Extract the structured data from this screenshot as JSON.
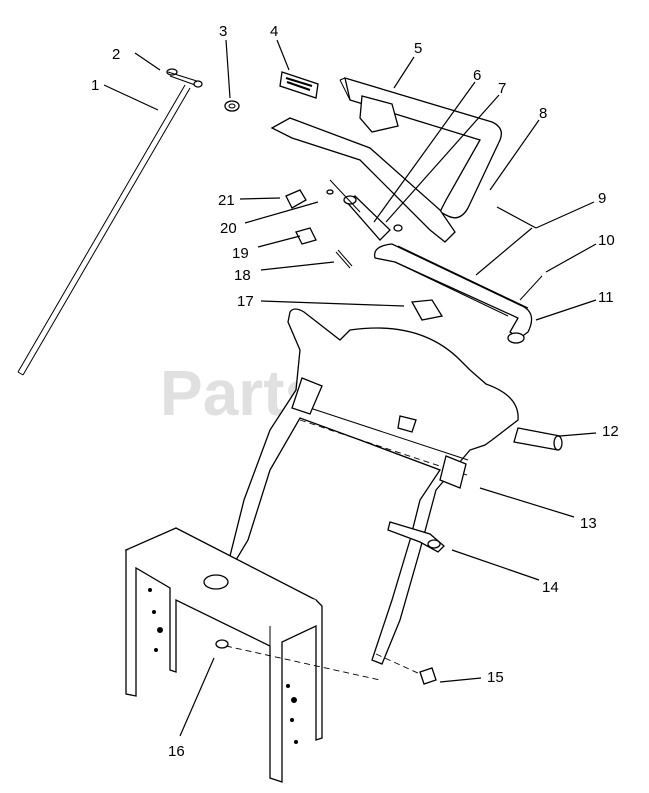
{
  "watermark": "PartsTree",
  "callouts": [
    {
      "id": "1",
      "label": "1"
    },
    {
      "id": "2",
      "label": "2"
    },
    {
      "id": "3",
      "label": "3"
    },
    {
      "id": "4",
      "label": "4"
    },
    {
      "id": "5",
      "label": "5"
    },
    {
      "id": "6",
      "label": "6"
    },
    {
      "id": "7",
      "label": "7"
    },
    {
      "id": "8",
      "label": "8"
    },
    {
      "id": "9",
      "label": "9"
    },
    {
      "id": "10",
      "label": "10"
    },
    {
      "id": "11",
      "label": "11"
    },
    {
      "id": "12",
      "label": "12"
    },
    {
      "id": "13",
      "label": "13"
    },
    {
      "id": "14",
      "label": "14"
    },
    {
      "id": "15",
      "label": "15"
    },
    {
      "id": "16",
      "label": "16"
    },
    {
      "id": "17",
      "label": "17"
    },
    {
      "id": "18",
      "label": "18"
    },
    {
      "id": "19",
      "label": "19"
    },
    {
      "id": "20",
      "label": "20"
    },
    {
      "id": "21",
      "label": "21"
    }
  ]
}
